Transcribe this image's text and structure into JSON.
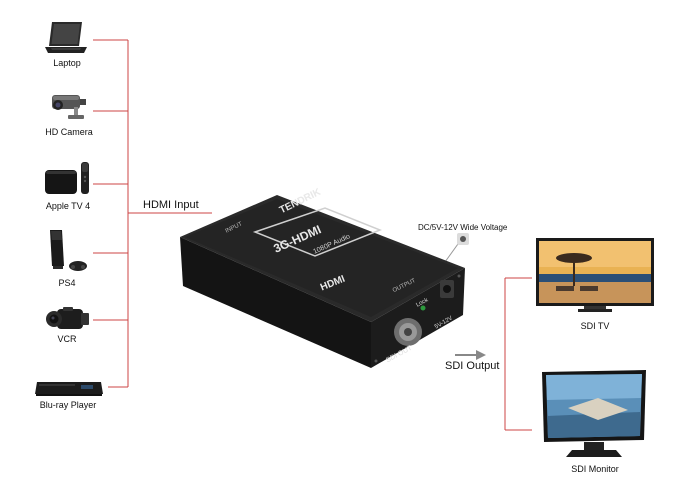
{
  "sources": [
    {
      "id": "laptop",
      "label": "Laptop",
      "icon": "laptop-icon"
    },
    {
      "id": "hd-camera",
      "label": "HD Camera",
      "icon": "hd-camera-icon"
    },
    {
      "id": "apple-tv-4",
      "label": "Apple TV 4",
      "icon": "apple-tv-icon"
    },
    {
      "id": "ps4",
      "label": "PS4",
      "icon": "ps4-icon"
    },
    {
      "id": "vcr",
      "label": "VCR",
      "icon": "vcr-icon"
    },
    {
      "id": "blu-ray",
      "label": "Blu-ray Player",
      "icon": "blu-ray-player-icon"
    }
  ],
  "input_label": "HDMI Input",
  "output_label": "SDI Output",
  "power_label": "DC/5V-12V Wide Voltage",
  "converter": {
    "brand": "TENDRIK",
    "model_line1": "3G-HDMI",
    "model_line2": "1080P Audio",
    "port_hdmi": "HDMI",
    "port_output": "OUTPUT",
    "port_input": "INPUT",
    "lock": "Lock",
    "sdi_out": "SDI OUT",
    "voltage": "5V-12V"
  },
  "outputs": [
    {
      "id": "sdi-tv",
      "label": "SDI TV",
      "icon": "tv-icon"
    },
    {
      "id": "sdi-monitor",
      "label": "SDI Monitor",
      "icon": "monitor-icon"
    }
  ],
  "colors": {
    "connector_line": "#cc4444",
    "arrow": "#888888",
    "device_body": "#1b1b1b",
    "text": "#111111"
  }
}
